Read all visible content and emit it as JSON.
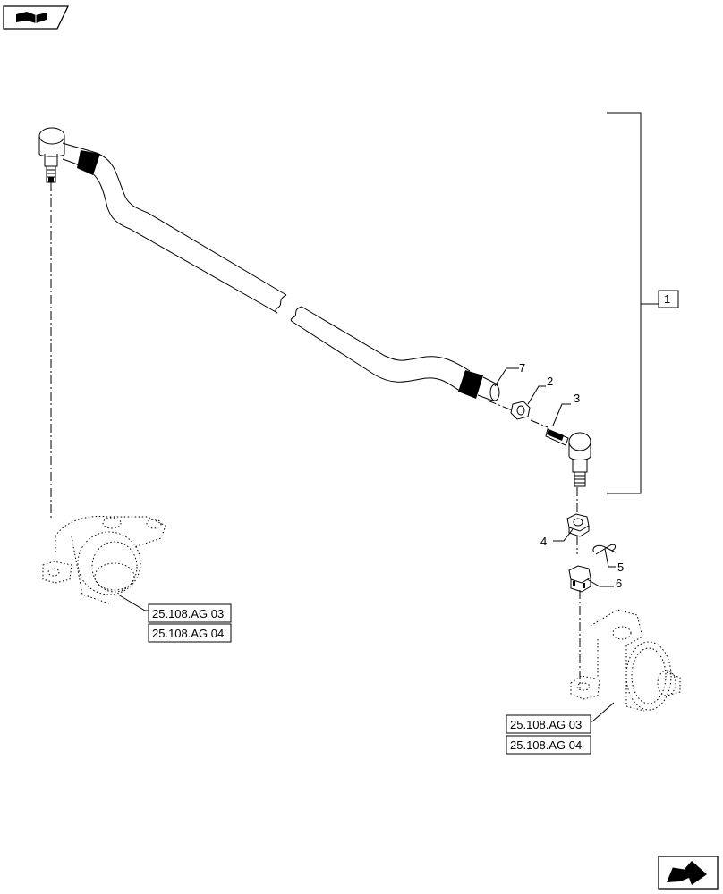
{
  "header_icon": "book-hand-icon",
  "nav_icon": "next-page-arrow-icon",
  "callouts": {
    "item1": "1",
    "item2": "2",
    "item3": "3",
    "item4": "4",
    "item5": "5",
    "item6": "6",
    "item7": "7"
  },
  "references": {
    "left_a": "25.108.AG 03",
    "left_b": "25.108.AG 04",
    "right_a": "25.108.AG 03",
    "right_b": "25.108.AG 04"
  }
}
